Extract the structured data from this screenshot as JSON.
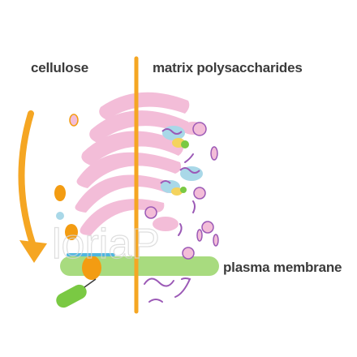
{
  "labels": {
    "cellulose": "cellulose",
    "matrix": "matrix polysaccharides",
    "membrane": "plasma membrane"
  },
  "watermark": "loriaP",
  "colors": {
    "arrow_orange": "#f5a623",
    "cisterna_pink": "#f3bdd8",
    "membrane_green": "#a8db7f",
    "vesicle_blue": "#a9d8e8",
    "vesicle_yellow": "#f4d35e",
    "polysaccharide_purple": "#9b59b6",
    "cellulose_synthase_orange": "#f39c12",
    "microfibril_green": "#7ac943"
  }
}
